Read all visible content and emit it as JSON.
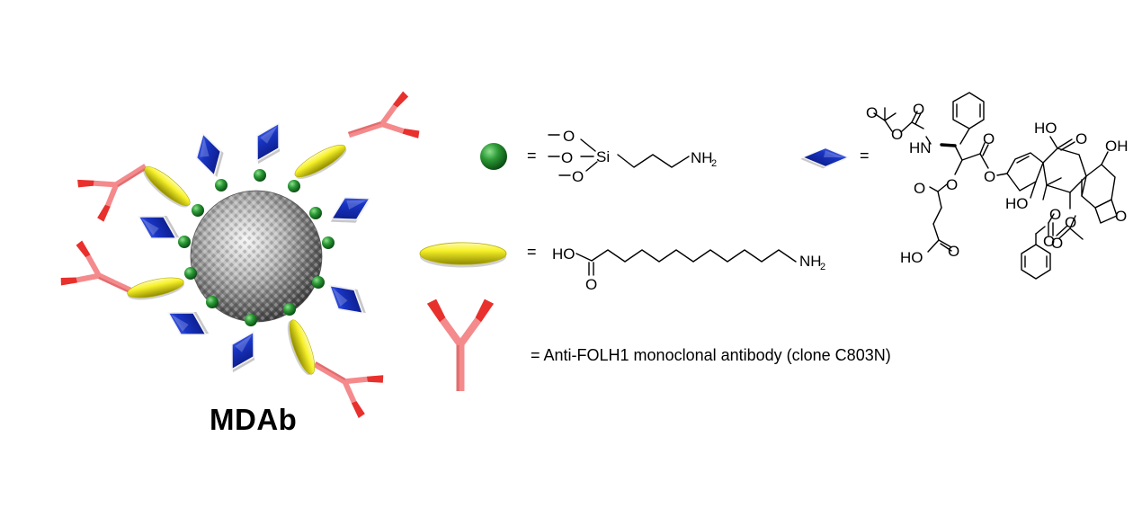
{
  "nanoparticle_label": "MDAb",
  "legend": {
    "silane_equals": "=",
    "drug_equals": "=",
    "linker_equals": "=",
    "antibody_text": "= Anti-FOLH1 monoclonal antibody (clone C803N)"
  },
  "silane_structure": {
    "o_labels": [
      "O",
      "O",
      "O"
    ],
    "si_label": "Si",
    "amine_label": "NH",
    "amine_subscript": "2"
  },
  "linker_structure": {
    "ho_label": "HO",
    "carbonyl_o_label": "O",
    "amine_label": "NH",
    "amine_subscript": "2"
  },
  "drug_structure": {
    "labels": [
      "O",
      "O",
      "HN",
      "O",
      "O",
      "O",
      "O",
      "O",
      "HO",
      "HO",
      "O",
      "OH",
      "HO",
      "O",
      "O",
      "O",
      "O",
      "O",
      "O",
      "HO"
    ]
  },
  "colors": {
    "green_sphere": "#1e8a2a",
    "yellow_rod": "#f2ef20",
    "blue_diamond": "#1630b8",
    "antibody_pink": "#f27f82",
    "antibody_red": "#e8302c",
    "core_gray": "#8a8a8a"
  }
}
